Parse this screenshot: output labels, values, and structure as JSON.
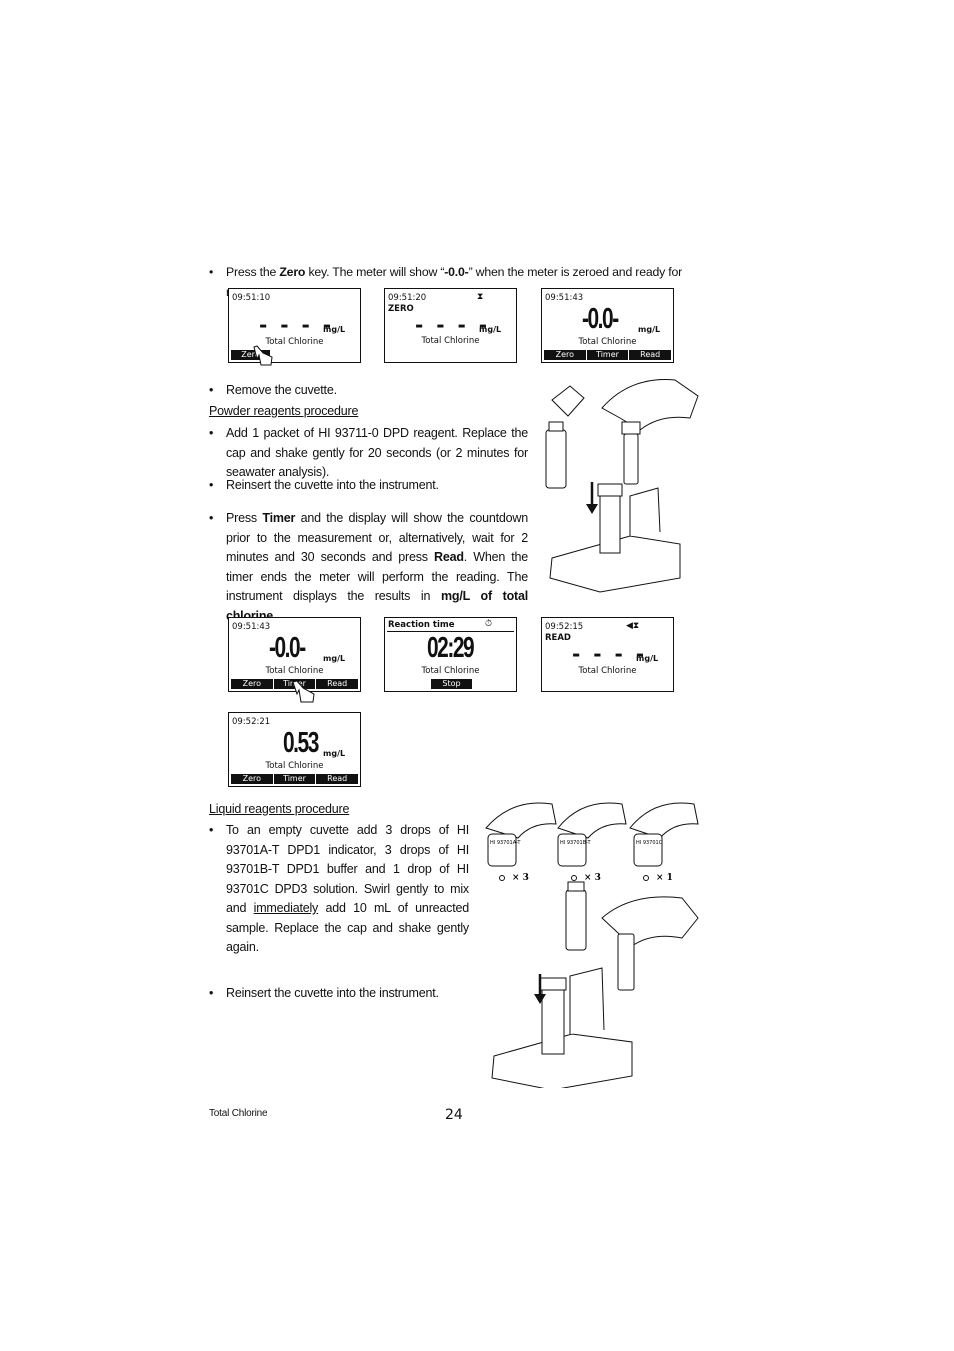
{
  "intro": {
    "press_the": "Press the",
    "zero_key": "Zero",
    "key_text": "key. The meter will show “",
    "zero_value": "-0.0-",
    "rest": "” when the meter is zeroed and ready for measurement."
  },
  "screens_row1": [
    {
      "time": "09:51:10",
      "mode": "",
      "value": "- - - -",
      "unit": "mg/L",
      "param": "Total Chlorine",
      "softkeys": [
        "Zero"
      ]
    },
    {
      "time": "09:51:20",
      "mode": "ZERO",
      "value": "- - - -",
      "unit": "mg/L",
      "param": "Total Chlorine",
      "softkeys": [],
      "icon": "⧗"
    },
    {
      "time": "09:51:43",
      "mode": "",
      "value": "-0.0-",
      "unit": "mg/L",
      "param": "Total Chlorine",
      "softkeys": [
        "Zero",
        "Timer",
        "Read"
      ]
    }
  ],
  "remove_cuvette": "Remove the cuvette.",
  "powder_heading": "Powder reagents procedure",
  "powder_step1": "Add 1 packet of HI 93711-0 DPD reagent. Replace the cap and shake gently for 20 seconds (or 2 minutes for seawater analysis).",
  "powder_step2": "Reinsert the cuvette into the instrument.",
  "timer_step": {
    "press": "Press",
    "timer_key": "Timer",
    "text1": "and the display will show the countdown prior to the measurement or, alternatively, wait for 2 minutes and 30 seconds and press",
    "read_key": "Read",
    "text2": ". When the timer ends the meter will perform the reading. The instrument displays the results in",
    "unit_bold": "mg/L of total chlorine",
    "end": "."
  },
  "screens_row2": [
    {
      "time": "09:51:43",
      "value": "-0.0-",
      "unit": "mg/L",
      "param": "Total Chlorine",
      "softkeys": [
        "Zero",
        "Timer",
        "Read"
      ]
    },
    {
      "title": "Reaction time",
      "value": "02:29",
      "param": "Total Chlorine",
      "softkeys": [
        "Stop"
      ]
    },
    {
      "time": "09:52:15",
      "mode": "READ",
      "value": "- - - -",
      "unit": "mg/L",
      "param": "Total Chlorine",
      "icon": "◀⧗"
    }
  ],
  "screen_result": {
    "time": "09:52:21",
    "value": "0.53",
    "unit": "mg/L",
    "param": "Total Chlorine",
    "softkeys": [
      "Zero",
      "Timer",
      "Read"
    ]
  },
  "liquid_heading": "Liquid reagents procedure",
  "liquid_step1": {
    "text1": "To an empty cuvette add 3 drops of HI 93701A-T DPD1 indicator, 3 drops of HI 93701B-T DPD1 buffer and 1 drop of HI 93701C DPD3 solution. Swirl gently to mix and",
    "underlined": "immediately",
    "text2": "add 10 mL of unreacted sample. Replace the cap and shake gently again."
  },
  "liquid_step2": "Reinsert the cuvette into the instrument.",
  "dropper_labels": [
    "HI 93701A-T",
    "HI 93701B-T",
    "HI 93701C"
  ],
  "drop_counts": [
    "× 3",
    "× 3",
    "× 1"
  ],
  "footer": {
    "section": "Total Chlorine",
    "page": "24"
  }
}
